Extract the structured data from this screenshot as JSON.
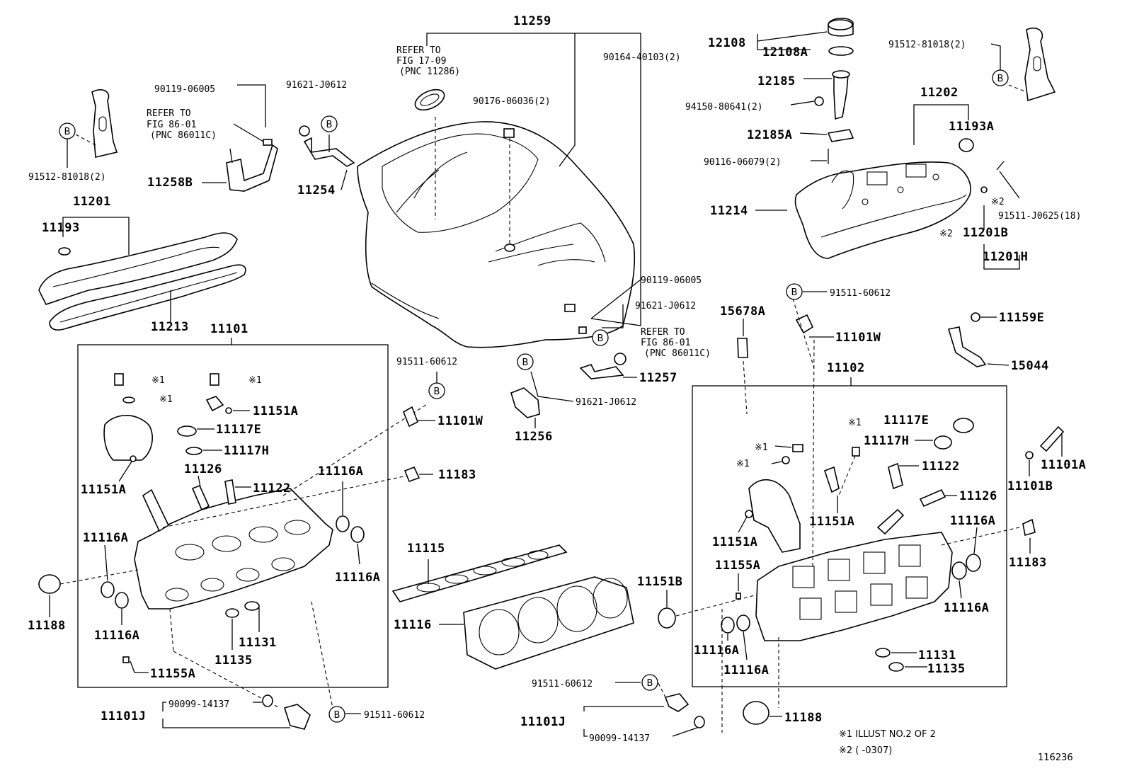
{
  "labels": {
    "p11259": "11259",
    "p90164": "90164-40103(2)",
    "p12108": "12108",
    "p12108A": "12108A",
    "p91512_r": "91512-81018(2)",
    "p12185": "12185",
    "p94150": "94150-80641(2)",
    "p11202": "11202",
    "p11193A": "11193A",
    "p12185A": "12185A",
    "p90116": "90116-06079(2)",
    "p11214": "11214",
    "p91511_j": "91511-J0625(18)",
    "p11201B": "11201B",
    "p11201H": "11201H",
    "p90119_l": "90119-06005",
    "p91621_l": "91621-J0612",
    "p90176": "90176-06036(2)",
    "p11258B": "11258B",
    "p11254": "11254",
    "p91512_l": "91512-81018(2)",
    "p11201": "11201",
    "p11193": "11193",
    "p11213": "11213",
    "p11101": "11101",
    "p90119_m": "90119-06005",
    "p91621_m": "91621-J0612",
    "p15678A": "15678A",
    "p91511_60612_tr": "91511-60612",
    "p11101W_r": "11101W",
    "p11159E": "11159E",
    "p15044": "15044",
    "p11257": "11257",
    "p91511_60612_c": "91511-60612",
    "p11101W_l": "11101W",
    "p91621_c": "91621-J0612",
    "p11256": "11256",
    "p11102": "11102",
    "p11151A_a": "11151A",
    "p11117E_l": "11117E",
    "p11117H_l": "11117H",
    "p11151A_b": "11151A",
    "p11126_l": "11126",
    "p11122_l": "11122",
    "p11116A_a": "11116A",
    "p11183_l": "11183",
    "p11116A_b": "11116A",
    "p11116A_c": "11116A",
    "p11188_l": "11188",
    "p11116A_d": "11116A",
    "p11131_l": "11131",
    "p11135_l": "11135",
    "p11155A_l": "11155A",
    "p11115": "11115",
    "p11116": "11116",
    "p11117E_r": "11117E",
    "p11117H_r": "11117H",
    "p11122_r": "11122",
    "p11126_r": "11126",
    "p11101A": "11101A",
    "p11101B": "11101B",
    "p11151A_c": "11151A",
    "p11151A_d": "11151A",
    "p11116A_e": "11116A",
    "p11183_r": "11183",
    "p11155A_r": "11155A",
    "p11151B": "11151B",
    "p11116A_f": "11116A",
    "p11116A_g": "11116A",
    "p11116A_h": "11116A",
    "p11131_r": "11131",
    "p11135_r": "11135",
    "p11188_r": "11188",
    "p11101J_l": "11101J",
    "p90099_l": "90099-14137",
    "p91511_60612_bl": "91511-60612",
    "p91511_60612_bc": "91511-60612",
    "p11101J_r": "11101J",
    "p90099_r": "90099-14137",
    "mark1": "※1",
    "mark2": "※2",
    "circle_B": "B"
  },
  "refs": {
    "r1_l1": "REFER TO",
    "r1_l2": "FIG 17-09",
    "r1_l3": "(PNC 11286)",
    "r2_l1": "REFER TO",
    "r2_l2": "FIG 86-01",
    "r2_l3": "(PNC 86011C)",
    "r3_l1": "REFER TO",
    "r3_l2": "FIG 86-01",
    "r3_l3": "(PNC 86011C)"
  },
  "notes": {
    "note1": "※1  ILLUST NO.2 OF 2",
    "note2": "※2 (       -0307)",
    "fig_no": "116236"
  }
}
